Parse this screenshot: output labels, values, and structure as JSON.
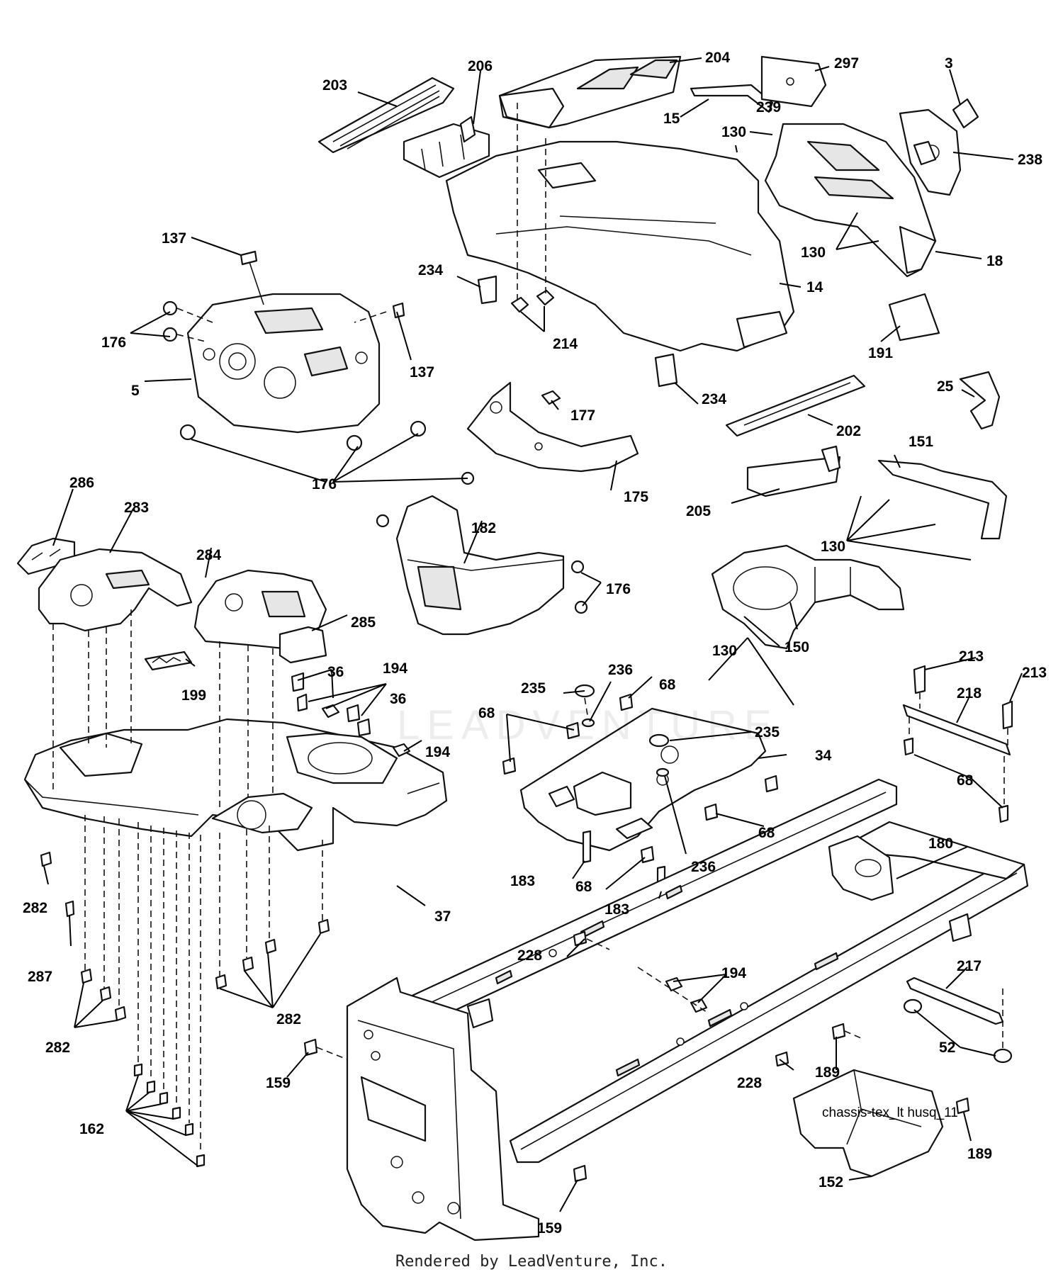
{
  "diagram": {
    "reference_code": "chassis-tex_lt husq_11",
    "footer": "Rendered by LeadVenture, Inc.",
    "watermark": "LEADVENTURE",
    "callouts": [
      "3",
      "5",
      "14",
      "15",
      "18",
      "25",
      "34",
      "36",
      "37",
      "52",
      "68",
      "130",
      "137",
      "150",
      "151",
      "152",
      "159",
      "162",
      "175",
      "176",
      "177",
      "180",
      "182",
      "183",
      "189",
      "191",
      "194",
      "199",
      "202",
      "203",
      "204",
      "205",
      "206",
      "213",
      "214",
      "217",
      "218",
      "228",
      "234",
      "235",
      "236",
      "238",
      "239",
      "282",
      "283",
      "284",
      "285",
      "286",
      "287",
      "297"
    ]
  }
}
